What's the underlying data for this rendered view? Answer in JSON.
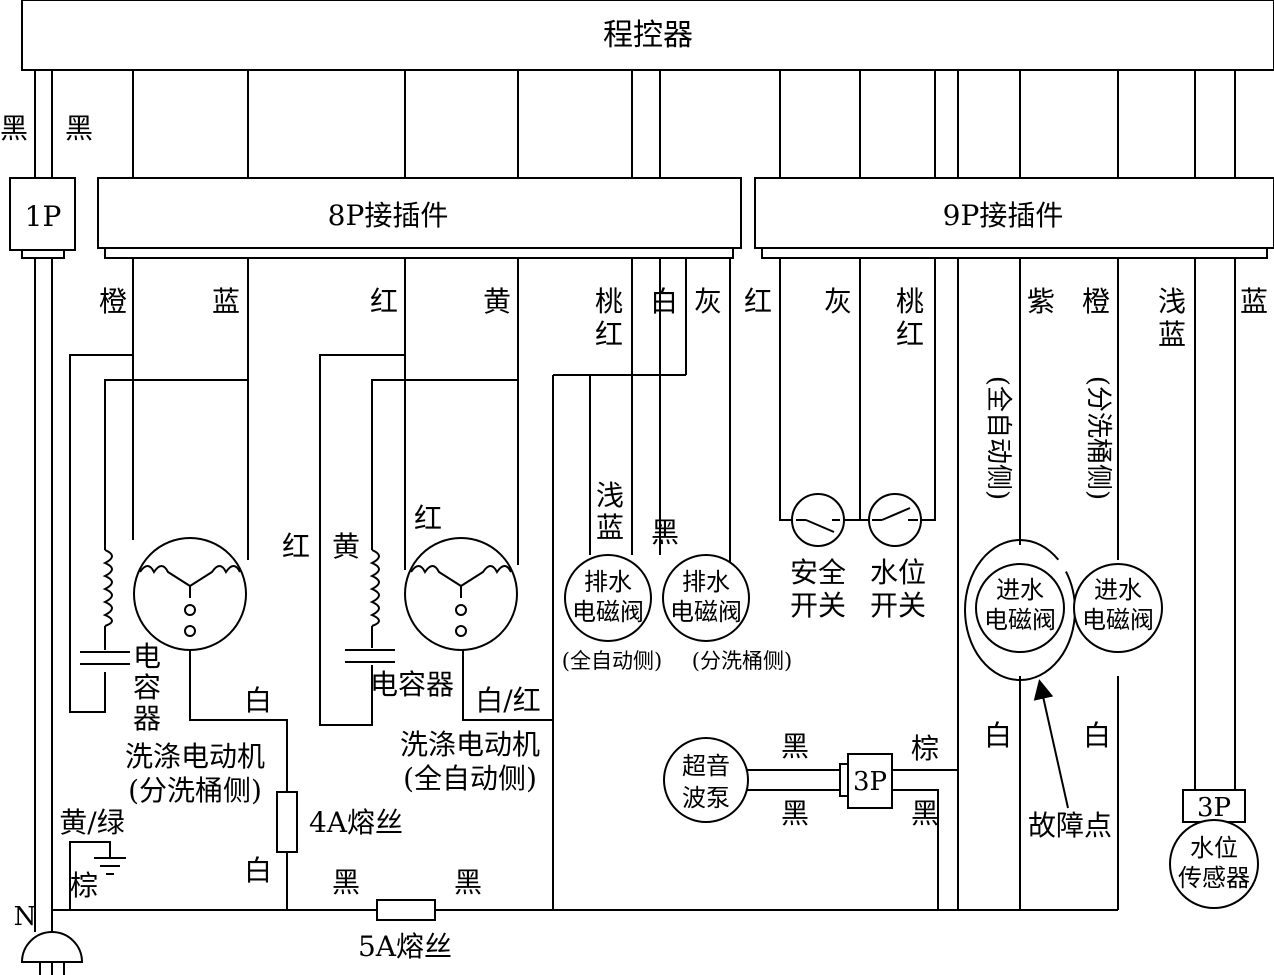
{
  "blocks": {
    "controller": "程控器",
    "conn_1p": "1P",
    "conn_8p": "8P接插件",
    "conn_9p": "9P接插件",
    "conn_3p_pump": "3P",
    "conn_3p_sensor": "3P"
  },
  "wire_colors": {
    "black_l": "黑",
    "black_r": "黑",
    "orange_8p": "橙",
    "blue_8p": "蓝",
    "red_8p": "红",
    "yellow_8p": "黄",
    "pink_8p_1": "桃",
    "pink_8p_2": "红",
    "white_8p": "白",
    "gray_8p": "灰",
    "red_9p": "红",
    "gray_9p": "灰",
    "pink_9p_1": "桃",
    "pink_9p_2": "红",
    "purple_9p": "紫",
    "orange_9p": "橙",
    "lightblue_9p_1": "浅",
    "lightblue_9p_2": "蓝",
    "blue_9p": "蓝",
    "lightblue_valve_1": "浅",
    "lightblue_valve_2": "蓝",
    "black_valve": "黑",
    "motor2_red": "红",
    "motor2_yellow": "黄",
    "motor2_red_top": "红",
    "white_motor1": "白",
    "white_red_motor2": "白/红",
    "white_fuse_low": "白",
    "yellow_green": "黄/绿",
    "brown_ground": "棕",
    "black_fuse_l": "黑",
    "black_fuse_r": "黑",
    "pump_black_top": "黑",
    "pump_black_bottom": "黑",
    "brown_3p": "棕",
    "black_3p": "黑",
    "white_inlet_1": "白",
    "white_inlet_2": "白",
    "neutral": "N"
  },
  "components": {
    "capacitor_1": [
      "电",
      "容",
      "器"
    ],
    "capacitor_2": "电容器",
    "motor_1_line1": "洗涤电动机",
    "motor_1_line2": "(分洗桶侧)",
    "motor_2_line1": "洗涤电动机",
    "motor_2_line2": "(全自动侧)",
    "drain_valve_1_a": "排水",
    "drain_valve_1_b": "电磁阀",
    "drain_valve_1_side": "(全自动侧)",
    "drain_valve_2_a": "排水",
    "drain_valve_2_b": "电磁阀",
    "drain_valve_2_side": "(分洗桶侧)",
    "safety_switch_a": "安全",
    "safety_switch_b": "开关",
    "water_level_switch_a": "水位",
    "water_level_switch_b": "开关",
    "inlet_valve_1_a": "进水",
    "inlet_valve_1_b": "电磁阀",
    "inlet_valve_2_a": "进水",
    "inlet_valve_2_b": "电磁阀",
    "inlet_side_1": "(全自动侧)",
    "inlet_side_2": "(分洗桶侧)",
    "pump_a": "超音",
    "pump_b": "波泵",
    "sensor_a": "水位",
    "sensor_b": "传感器",
    "fuse_4a": "4A熔丝",
    "fuse_5a": "5A熔丝",
    "fault_point": "故障点"
  }
}
